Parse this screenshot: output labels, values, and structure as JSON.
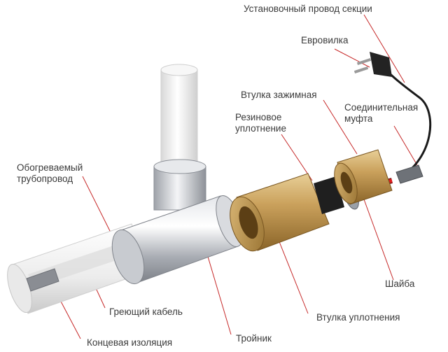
{
  "labels": {
    "install_wire": "Установочный провод секции",
    "euro_plug": "Евровилка",
    "clamp_sleeve": "Втулка зажимная",
    "rubber_seal": "Резиновое\nуплотнение",
    "coupling": "Соединительная\nмуфта",
    "heated_pipe": "Обогреваемый\nтрубопровод",
    "washer": "Шайба",
    "seal_sleeve": "Втулка уплотнения",
    "heating_cable": "Греющий кабель",
    "tee": "Тройник",
    "end_insulation": "Концевая изоляция"
  },
  "colors": {
    "leader": "#c62828",
    "cable_red": "#e11d1d",
    "brass": "#b58a45",
    "steel": "#b9bcc2",
    "pipe_white": "#f1f1f1",
    "text": "#3a3a3a"
  }
}
